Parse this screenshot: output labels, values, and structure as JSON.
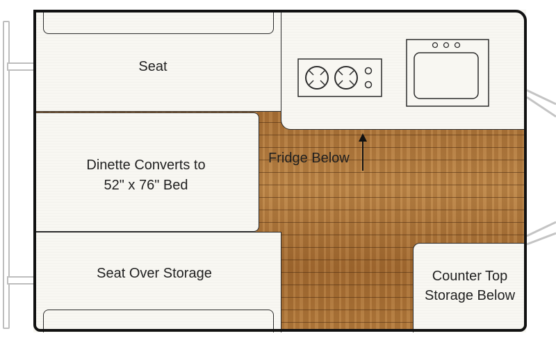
{
  "labels": {
    "seat_top": "Seat",
    "dinette_line1": "Dinette Converts to",
    "dinette_line2": "52\" x 76\" Bed",
    "fridge": "Fridge Below",
    "seat_storage": "Seat Over Storage",
    "counter_line1": "Counter Top",
    "counter_line2": "Storage Below"
  },
  "colors": {
    "wood_floor": "#b17a3e",
    "cabinet_cream": "#f8f7f2",
    "outline": "#111111"
  },
  "icons": [
    "stovetop-icon",
    "sink-icon",
    "arrow-up-icon"
  ]
}
